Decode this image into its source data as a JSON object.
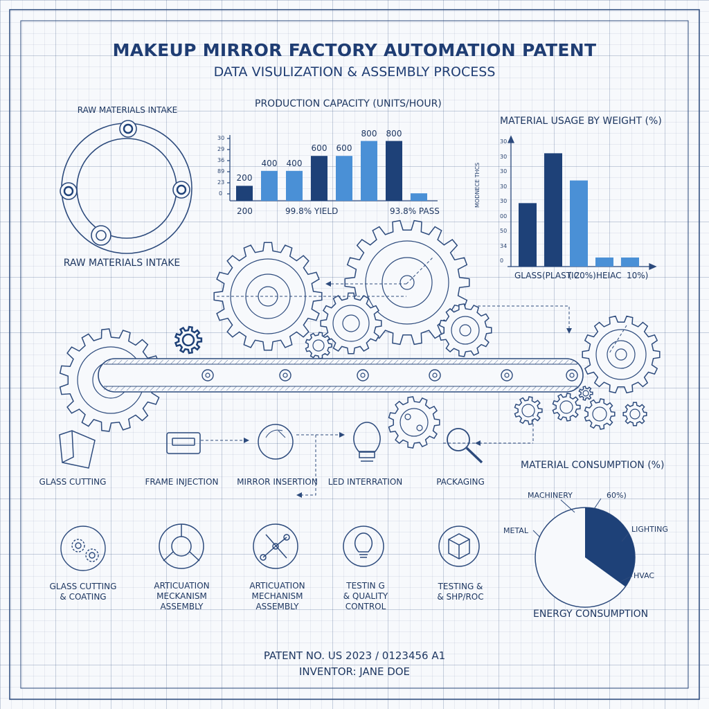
{
  "header": {
    "title": "MAKEUP MIRROR FACTORY AUTOMATION PATENT",
    "subtitle": "DATA VISULIZATION & ASSEMBLY PROCESS"
  },
  "raw_materials": {
    "label_top": "RAW MATERIALS INTAKE",
    "label_bottom": "RAW MATERIALS INTAKE"
  },
  "colors": {
    "line": "#2c4a7c",
    "dark_bar": "#1e4178",
    "light_bar": "#4a90d6",
    "background": "#f7f9fc"
  },
  "process_steps": {
    "row1": [
      "GLASS CUTTING",
      "FRAME INJECTION",
      "MIRROR INSERTION",
      "LED INTERRATION",
      "PACKAGING"
    ],
    "row1_icons": [
      "glass-sheet-icon",
      "frame-icon",
      "mirror-icon",
      "lightbulb-icon",
      "magnifier-icon"
    ],
    "row2": [
      [
        "GLASS CUTTING",
        "& COATING"
      ],
      [
        "ARTICUATION",
        "MECKANISM",
        "ASSEMBLY"
      ],
      [
        "ARTICUATION",
        "MECHANISM",
        "ASSEMBLY"
      ],
      [
        "TESTIN G",
        "& QUALITY",
        "CONTROL"
      ],
      [
        "TESTING &",
        "& SHP/ROC"
      ]
    ],
    "row2_icons": [
      "gears-icon",
      "joint-icon",
      "linkage-icon",
      "lightbulb-icon",
      "box-icon"
    ]
  },
  "footer": {
    "patent": "PATENT NO. US 2023 / 0123456 A1",
    "inventor": "INVENTOR: JANE DOE"
  },
  "chart_data": [
    {
      "type": "bar",
      "title": "PRODUCTION CAPACITY (UNITS/HOUR)",
      "yticks": [
        "30",
        "29",
        "36",
        "89",
        "23",
        "0"
      ],
      "values": [
        200,
        400,
        400,
        600,
        600,
        800,
        800,
        100
      ],
      "bar_labels": [
        "200",
        "400",
        "400",
        "600",
        "600",
        "800",
        "800",
        ""
      ],
      "bar_colors": [
        "dark",
        "light",
        "light",
        "dark",
        "light",
        "light",
        "dark",
        "light"
      ],
      "bottom_labels": [
        "200",
        "99.8% YIELD",
        "93.8% PASS"
      ],
      "ylim": [
        0,
        1000
      ]
    },
    {
      "type": "bar",
      "title": "MATERIAL USAGE BY WEIGHT (%)",
      "ylabel": "MODNECE THCS",
      "yticks": [
        "30",
        "30",
        "30",
        "30",
        "30",
        "00",
        "50",
        "34",
        "0"
      ],
      "values": [
        28,
        50,
        38,
        4,
        4
      ],
      "bar_colors": [
        "dark",
        "dark",
        "light",
        "light",
        "light"
      ],
      "x_labels": [
        "GLASS",
        "(PLASTIC",
        "( 20%)",
        "HEIAC",
        "10%)"
      ],
      "ylim": [
        0,
        55
      ]
    },
    {
      "type": "pie",
      "title": "MATERIAL CONSUMPTION (%)",
      "footer_label": "ENERGY CONSUMPTION",
      "slices": [
        {
          "label": "LIGHTING",
          "value": 35,
          "color": "#1e4178"
        },
        {
          "label": "HVAC",
          "value": 2
        },
        {
          "label": "METAL",
          "value": 63
        }
      ],
      "outer_labels": [
        "MACHINERY",
        "60%)",
        "LIGHTING",
        "METAL",
        "HVAC"
      ]
    }
  ]
}
